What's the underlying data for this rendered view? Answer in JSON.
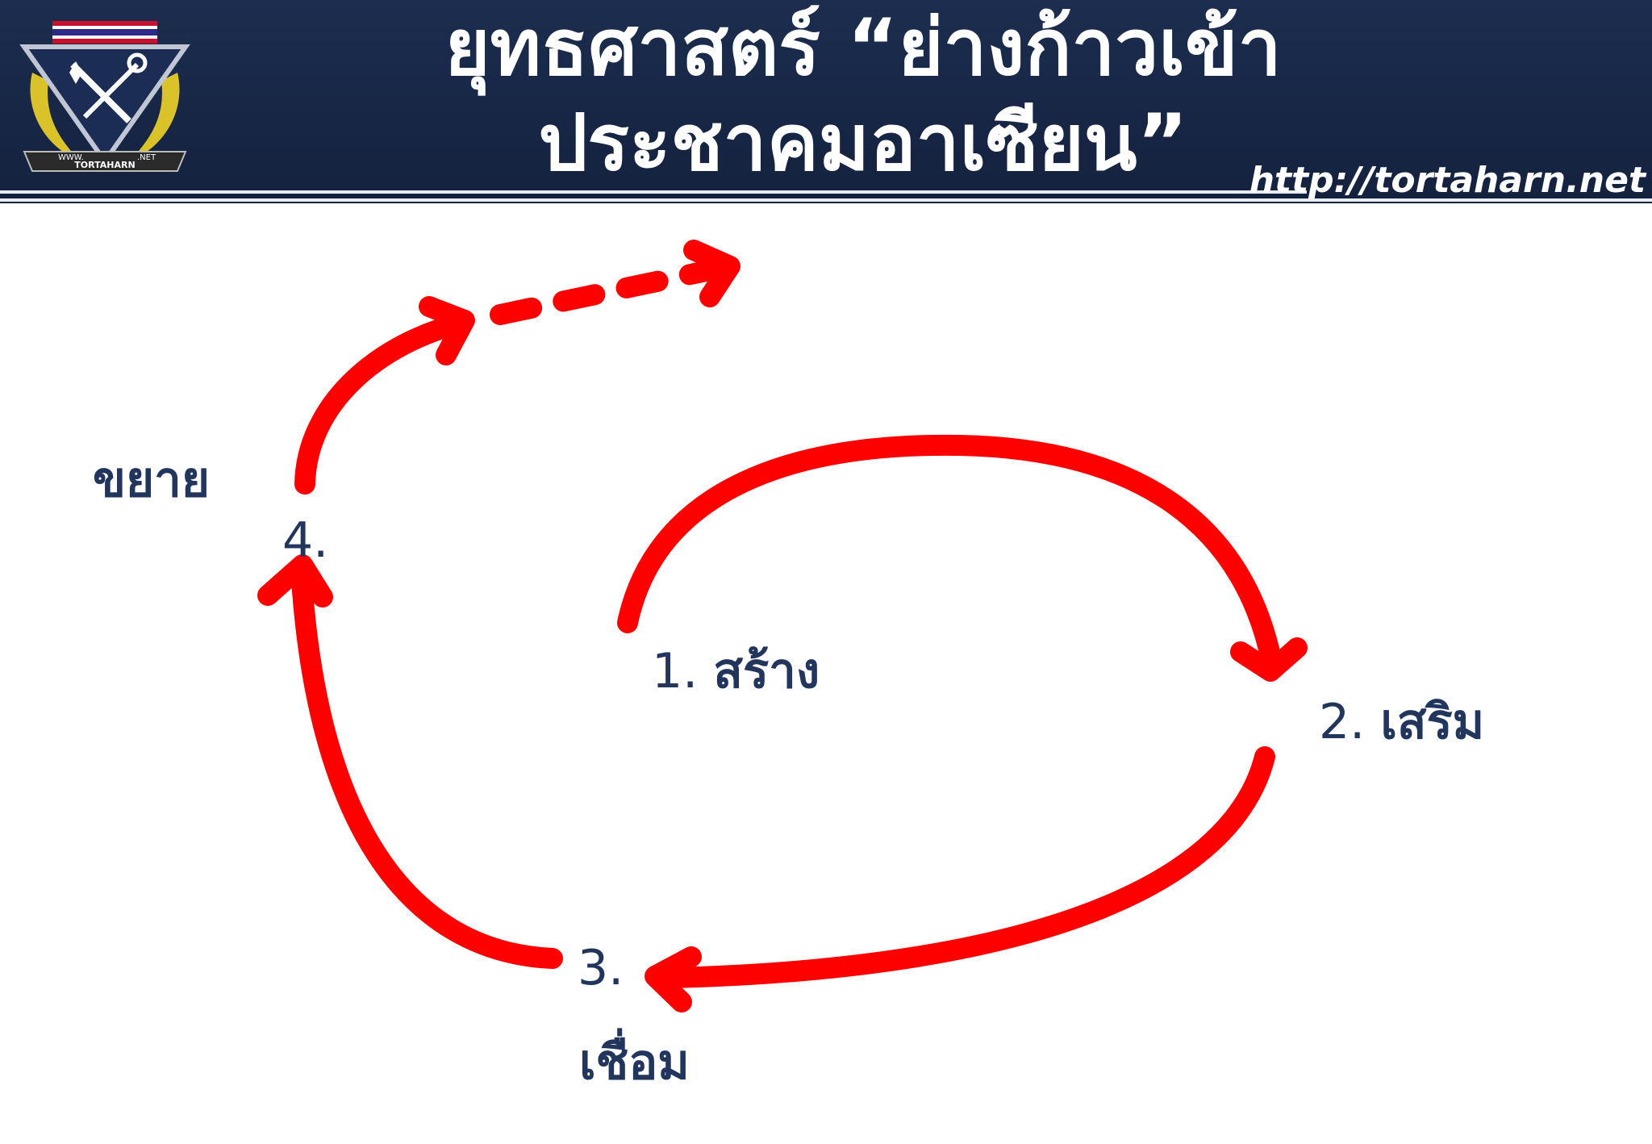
{
  "header": {
    "title": "ยุทธศาสตร์ “ย่างก้าวเข้า\nประชาคมอาเซียน”",
    "site_url": "http://tortaharn.net",
    "logo": {
      "top_text_left": "WWW.",
      "top_text_right": ".NET",
      "ribbon_text": "TORTAHARN"
    }
  },
  "diagram": {
    "steps": [
      {
        "number": "1.",
        "word": "สร้าง"
      },
      {
        "number": "2.",
        "word": "เสริม"
      },
      {
        "number": "3.",
        "word": "เชื่อม"
      },
      {
        "number": "4.",
        "word": "ขยาย"
      }
    ],
    "arrow_color": "#fe0000",
    "text_color": "#22355d"
  },
  "colors": {
    "header_bg": "#172645",
    "header_text": "#ffffff"
  }
}
